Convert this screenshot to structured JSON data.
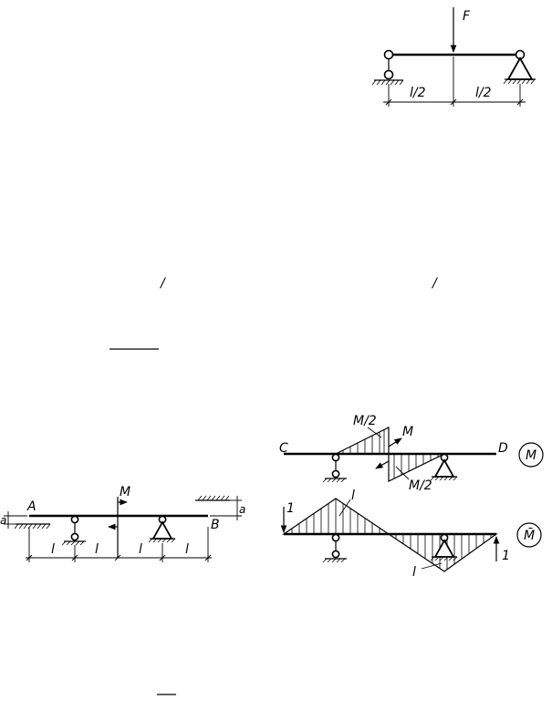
{
  "figure1": {
    "force_label": "F",
    "span_left": "l/2",
    "span_right": "l/2"
  },
  "slashes": [
    "/",
    "/"
  ],
  "figure2": {
    "end_left": "A",
    "end_right": "B",
    "moment_label": "M",
    "offset_left": "a",
    "offset_right": "a",
    "spans": [
      "l",
      "l",
      "l",
      "l"
    ]
  },
  "figure3": {
    "end_left": "C",
    "end_right": "D",
    "peak_top": "M/2",
    "peak_bottom": "M/2",
    "moment_label": "M",
    "diagram_name": "M"
  },
  "figure4": {
    "unit_left": "1",
    "unit_right": "1",
    "peak_top": "l",
    "peak_bottom": "l",
    "diagram_name": "M̄"
  }
}
